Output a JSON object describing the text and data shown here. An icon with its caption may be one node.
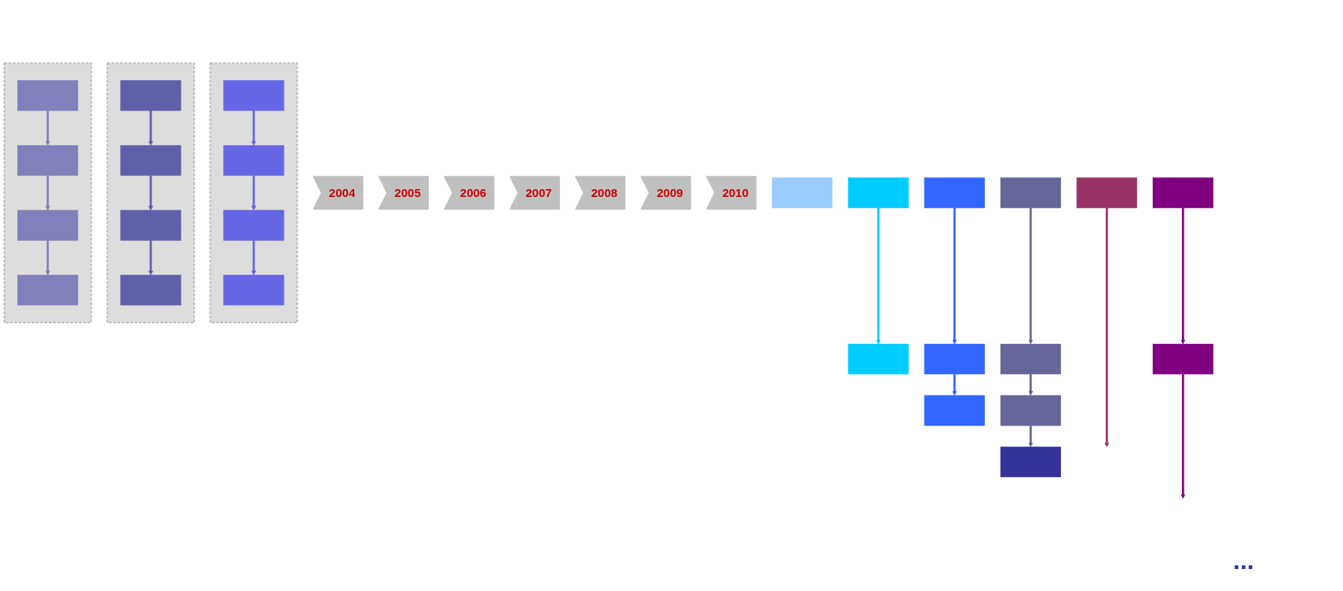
{
  "diagram": {
    "nodes": [
      {
        "text": [
          "2004"
        ]
      },
      {
        "text": [
          "2005"
        ]
      },
      {
        "text": [
          "2006"
        ]
      },
      {
        "text": [
          "2007"
        ]
      },
      {
        "text": [
          "2008"
        ]
      },
      {
        "text": [
          "2009"
        ]
      },
      {
        "text": [
          "2010"
        ]
      },
      {
        "text": [],
        "shape": "box"
      },
      {
        "text": [],
        "shape": "box"
      },
      {
        "text": [],
        "shape": "box"
      },
      {
        "text": [],
        "shape": "box"
      },
      {
        "text": [],
        "shape": "box"
      },
      {
        "text": [],
        "shape": "box"
      },
      {
        "text": [],
        "shape": "box"
      },
      {
        "text": [],
        "shape": "box",
        "in": 13
      },
      {
        "text": [],
        "shape": "box",
        "in": 13
      },
      {
        "text": [],
        "shape": "box",
        "in": 13
      },
      {
        "text": [],
        "shape": "box",
        "in": 13
      },
      {
        "text": [],
        "shape": "box"
      },
      {
        "text": [],
        "shape": "box",
        "in": 18
      },
      {
        "text": [],
        "shape": "box",
        "in": 18
      },
      {
        "text": [],
        "shape": "box",
        "in": 18
      },
      {
        "text": [],
        "shape": "box",
        "in": 18
      },
      {
        "text": [],
        "shape": "box"
      },
      {
        "text": [],
        "shape": "box",
        "in": 23
      },
      {
        "text": [],
        "shape": "box",
        "in": 23
      },
      {
        "text": [],
        "shape": "box",
        "in": 23
      },
      {
        "text": [],
        "shape": "box",
        "in": 23
      },
      {
        "text": [],
        "shape": "box"
      },
      {
        "text": [],
        "shape": "box"
      },
      {
        "text": [],
        "shape": "box"
      },
      {
        "text": [],
        "shape": "box"
      },
      {
        "text": [],
        "shape": "box"
      },
      {
        "text": [],
        "shape": "box"
      },
      {
        "text": [],
        "shape": "box"
      }
    ],
    "edges": [
      {
        "from": 8,
        "to": 9,
        "arrow": "to",
        "color": "#00ccff"
      },
      {
        "from": 10,
        "to": 11,
        "arrow": "to",
        "color": "#3366ff"
      },
      {
        "from": 11,
        "to": 12,
        "arrow": "to",
        "color": "#3366ff"
      },
      {
        "from": 14,
        "to": 15,
        "arrow": "to",
        "color": "#6666e6"
      },
      {
        "from": 15,
        "to": 16,
        "arrow": "to",
        "color": "#6666e6"
      },
      {
        "from": 16,
        "to": 17,
        "arrow": "to",
        "color": "#6666e6"
      },
      {
        "from": 19,
        "to": 20,
        "arrow": "to",
        "color": "#6060aa"
      },
      {
        "from": 20,
        "to": 21,
        "arrow": "to",
        "color": "#6060aa"
      },
      {
        "from": 21,
        "to": 22,
        "arrow": "to",
        "color": "#6060aa"
      },
      {
        "from": 24,
        "to": 25,
        "arrow": "to",
        "color": "#8080bb"
      },
      {
        "from": 25,
        "to": 26,
        "arrow": "to",
        "color": "#8080bb"
      },
      {
        "from": 26,
        "to": 27,
        "arrow": "to",
        "color": "#8080bb"
      },
      {
        "from": 28,
        "to": 29,
        "arrow": "to",
        "color": "#666699"
      },
      {
        "from": 29,
        "to": 30,
        "arrow": "to",
        "color": "#666699"
      },
      {
        "from": 30,
        "to": 31,
        "arrow": "to",
        "color": "#666699"
      },
      {
        "from": 32,
        "to": 33,
        "arrow": "to",
        "color": "#800080"
      },
      {
        "from": 33,
        "to": null,
        "arrow": "to",
        "color": "#800080"
      },
      {
        "from": 34,
        "to": null,
        "arrow": "to",
        "color": "#993366"
      }
    ],
    "labels": [
      "..."
    ]
  }
}
